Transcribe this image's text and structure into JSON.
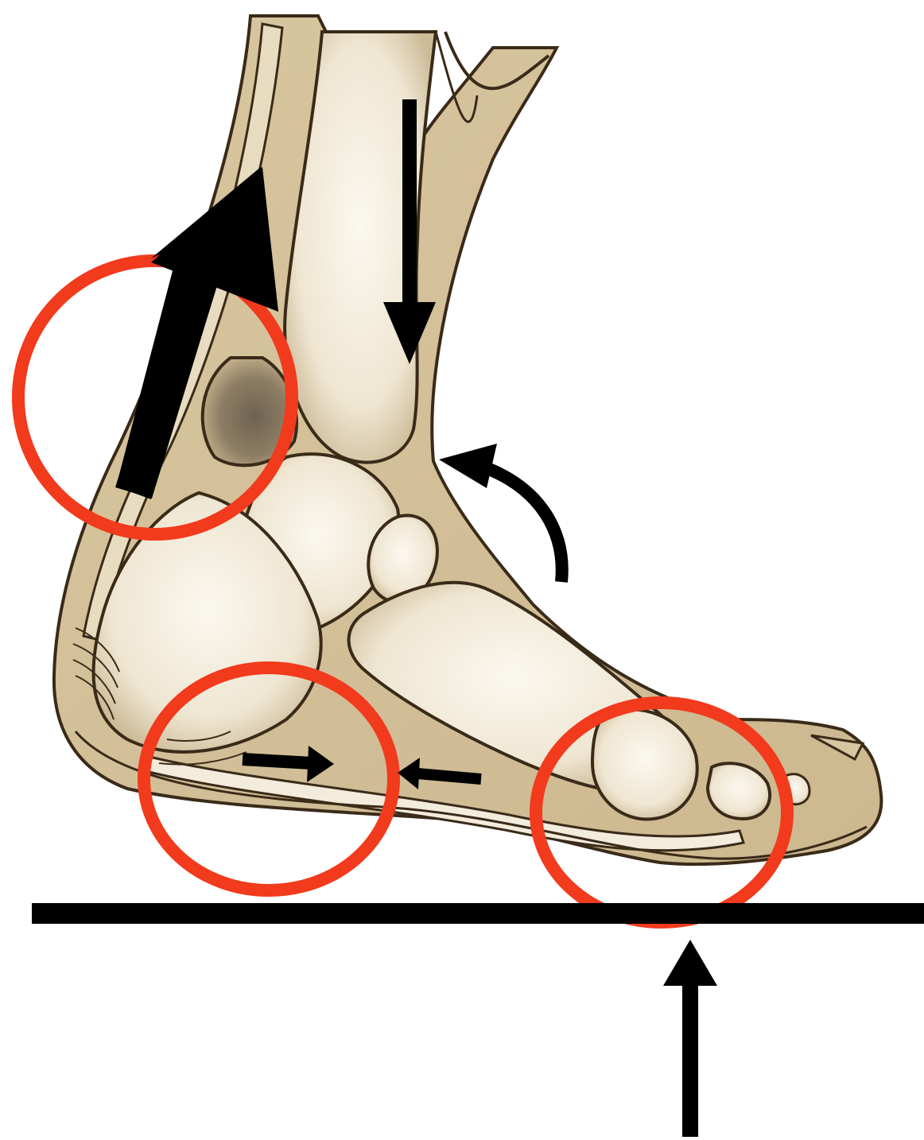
{
  "diagram": {
    "subject": "foot-anatomy-sagittal-section",
    "colors": {
      "background": "#ffffff",
      "skin": "#dccaa3",
      "skin_dark": "#c9b58c",
      "bone": "#f4efe2",
      "bone_shade": "#b9a78a",
      "outline": "#3a2a18",
      "dark_shading": "#6b5a48",
      "highlight_circle": "#f23a1d",
      "arrow": "#000000",
      "ground": "#000000"
    },
    "highlights": [
      {
        "name": "achilles-heel-region"
      },
      {
        "name": "plantar-heel-region"
      },
      {
        "name": "forefoot-metatarsal-head-region"
      }
    ],
    "arrows": [
      {
        "name": "achilles-pull-arrow",
        "direction": "up"
      },
      {
        "name": "tibia-load-arrow",
        "direction": "down"
      },
      {
        "name": "dorsiflexion-curved-arrow",
        "direction": "counter-clockwise"
      },
      {
        "name": "plantar-fascia-right-arrow",
        "direction": "right"
      },
      {
        "name": "plantar-fascia-left-arrow",
        "direction": "left"
      },
      {
        "name": "ground-reaction-arrow",
        "direction": "up"
      }
    ]
  }
}
